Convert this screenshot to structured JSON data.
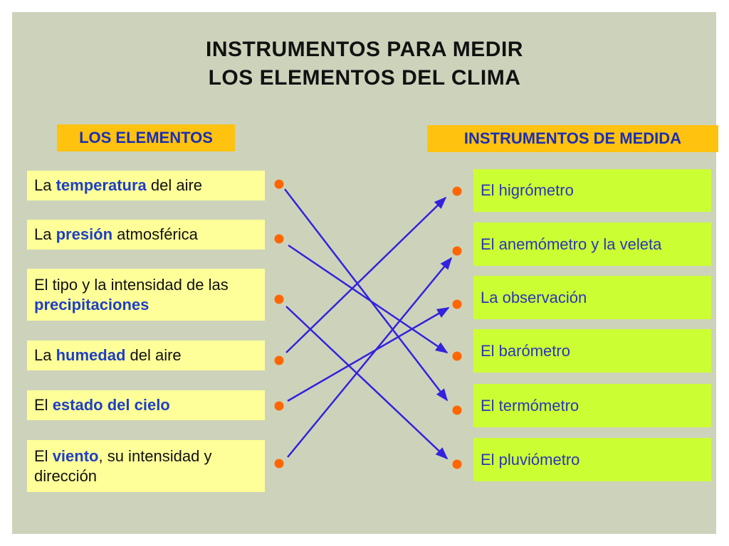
{
  "title": {
    "line1": "INSTRUMENTOS PARA MEDIR",
    "line2": "LOS ELEMENTOS DEL CLIMA"
  },
  "headers": {
    "left": "LOS ELEMENTOS",
    "right": "INSTRUMENTOS DE MEDIDA"
  },
  "elements": [
    {
      "pre": "La ",
      "hl": "temperatura",
      "post": " del aire"
    },
    {
      "pre": "La ",
      "hl": "presión",
      "post": " atmosférica"
    },
    {
      "pre": "El tipo y la intensidad de las ",
      "hl": "precipitaciones",
      "post": ""
    },
    {
      "pre": "La ",
      "hl": "humedad",
      "post": " del aire"
    },
    {
      "pre": "El ",
      "hl": "estado del cielo",
      "post": ""
    },
    {
      "pre": "El ",
      "hl": "viento",
      "post": ", su intensidad y dirección"
    }
  ],
  "instruments": [
    "El higrómetro",
    "El anemómetro y la veleta",
    "La observación",
    "El barómetro",
    "El termómetro",
    "El pluviómetro"
  ],
  "connections": [
    {
      "from": 0,
      "to": 4
    },
    {
      "from": 1,
      "to": 3
    },
    {
      "from": 2,
      "to": 5
    },
    {
      "from": 3,
      "to": 0
    },
    {
      "from": 4,
      "to": 2
    },
    {
      "from": 5,
      "to": 1
    }
  ],
  "colors": {
    "background": "#cdd3bb",
    "header": "#ffc20e",
    "element_box": "#ffff99",
    "instrument_box": "#ccff33",
    "highlight_text": "#1f3fc4",
    "dot": "#ff6600",
    "arrow": "#3322dd"
  }
}
